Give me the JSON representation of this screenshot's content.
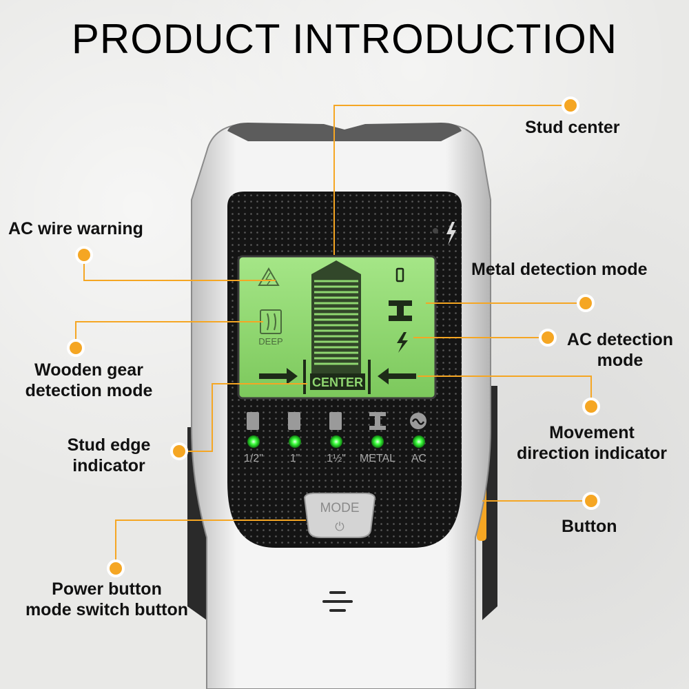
{
  "title": "PRODUCT INTRODUCTION",
  "callouts": {
    "stud_center": "Stud center",
    "ac_wire_warning": "AC wire warning",
    "metal_detection_mode": "Metal detection mode",
    "ac_detection_mode_line1": "AC detection",
    "ac_detection_mode_line2": "mode",
    "wooden_gear_line1": "Wooden gear",
    "wooden_gear_line2": "detection mode",
    "stud_edge_line1": "Stud edge",
    "stud_edge_line2": "indicator",
    "movement_line1": "Movement",
    "movement_line2": "direction indicator",
    "button": "Button",
    "power_line1": "Power button",
    "power_line2": "mode switch button"
  },
  "lcd": {
    "deep_label": "DEEP",
    "center_label": "CENTER"
  },
  "indicators": [
    {
      "label": "1/2\"",
      "icon": "wood-block-icon"
    },
    {
      "label": "1\"",
      "icon": "wood-block-icon"
    },
    {
      "label": "1½\"",
      "icon": "wood-block-icon"
    },
    {
      "label": "METAL",
      "icon": "i-beam-icon"
    },
    {
      "label": "AC",
      "icon": "sine-wave-icon"
    }
  ],
  "mode_button": {
    "label": "MODE",
    "power_symbol": "⏻"
  },
  "colors": {
    "accent": "#f5a623",
    "lcd": "#8fd670",
    "led": "#3cff3c"
  }
}
